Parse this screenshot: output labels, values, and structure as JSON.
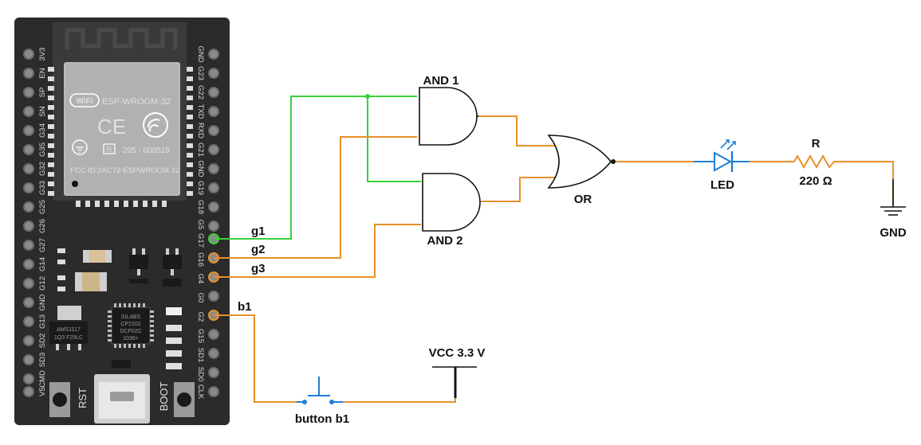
{
  "module": {
    "model": "ESP-WROOM-32",
    "wifi_text": "WiFi",
    "ce_mark": "CE",
    "reg_text": "R",
    "cert_number": "205 - 000519",
    "fcc_id": "FCC ID:2AC72-ESPWROOM 32",
    "left_pins": [
      "3V3",
      "EN",
      "SP",
      "SN",
      "G34",
      "G35",
      "G32",
      "G33",
      "G25",
      "G26",
      "G27",
      "G14",
      "G12",
      "GND",
      "G13",
      "SD2",
      "SD3",
      "CMD",
      "V5"
    ],
    "right_pins": [
      "GND",
      "G23",
      "G22",
      "TXD",
      "RXD",
      "G21",
      "GND",
      "G19",
      "G18",
      "G5",
      "G17",
      "G16",
      "G4",
      "G0",
      "G2",
      "G15",
      "SD1",
      "SD0",
      "CLK"
    ],
    "rst_label": "RST",
    "boot_label": "BOOT",
    "regulator_text_1": "AMS1117",
    "regulator_text_2": "1Q3 F29LC",
    "usb_chip_text_1": "SILABS",
    "usb_chip_text_2": "CP2102",
    "usb_chip_text_3": "DCF02C",
    "usb_chip_text_4": "1036+"
  },
  "labels": {
    "and1": "AND 1",
    "and2": "AND 2",
    "or": "OR",
    "led": "LED",
    "resistor": "R",
    "resistor_value": "220 Ω",
    "gnd": "GND",
    "vcc": "VCC 3.3 V",
    "button": "button b1",
    "g1": "g1",
    "g2": "g2",
    "g3": "g3",
    "b1": "b1"
  },
  "colors": {
    "board": "#2b2b2b",
    "wire_orange": "#e8902a",
    "wire_green": "#3ad13a",
    "component_blue": "#1e7fd6"
  }
}
